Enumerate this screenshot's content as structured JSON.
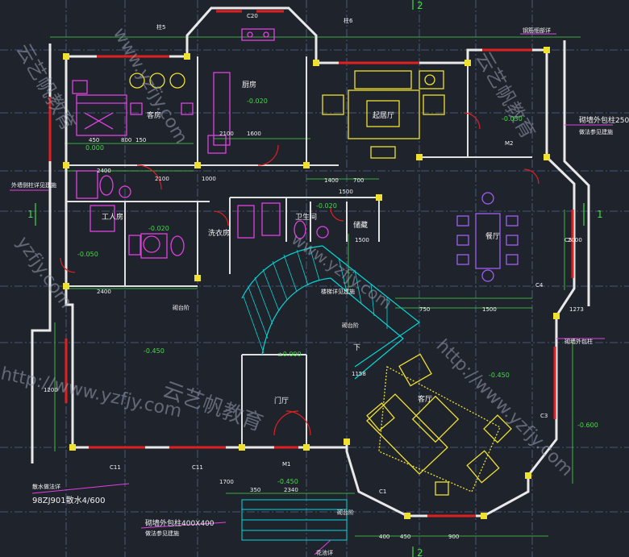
{
  "grid_labels": {
    "top": "2",
    "left": "1",
    "right": "1",
    "bottom": "2"
  },
  "room_labels": {
    "bedroom": "客房",
    "kitchen": "厨房",
    "family_room": "起居厅",
    "dining": "餐厅",
    "living": "客厅",
    "servant": "工人房",
    "laundry": "洗衣房",
    "wc": "卫生间",
    "storage": "储藏",
    "foyer": "门厅",
    "corridor": "下"
  },
  "elevations": {
    "kitchen": "-0.020",
    "bedroom": "0.000",
    "family": "-0.030",
    "servant": "-0.020",
    "wc": "-0.020",
    "bath": "-0.050",
    "garage": "-0.450",
    "foyer": "±0.000",
    "living": "-0.450",
    "porch": "-0.450",
    "outside": "-0.600"
  },
  "annotations": {
    "a1": "外墙侧柱详见建施",
    "a2": "砌台阶",
    "a3": "楼梯详见建施",
    "a4": "砌台阶",
    "a5": "散水做法详",
    "a6": "98ZJ901散水4/600",
    "a7": "砌墙外包柱400X400",
    "a8": "做法参见建施",
    "a9": "砌墙外包柱250X",
    "a10": "做法参见建施",
    "a11": "砌墙外包柱",
    "a12": "钢筋细部详",
    "a13": "砌台阶",
    "a14": "花池详",
    "a15": "柱5",
    "a16": "柱6"
  },
  "dimensions": {
    "d1": "2100",
    "d2": "1600",
    "d3": "2100",
    "d4": "1500",
    "d5": "2400",
    "d6": "2400",
    "d7": "800",
    "d8": "150",
    "d9": "450",
    "d10": "1200",
    "d11": "2340",
    "d12": "350",
    "d13": "1700",
    "d14": "1500",
    "d15": "1273",
    "d16": "2000",
    "d17": "400",
    "d18": "450",
    "d19": "900",
    "d20": "1158",
    "d21": "1500",
    "d22": "750",
    "d23": "1000",
    "d24": "1400",
    "d25": "700"
  },
  "window_tags": {
    "c20": "C20",
    "c11a": "C11",
    "c11b": "C11",
    "c3": "C3",
    "m2": "M2",
    "c5": "C5",
    "c4": "C4",
    "m1": "M1",
    "c1": "C1"
  },
  "watermarks": {
    "w1": "www.yzfjy.com",
    "w2": "云艺帆教育",
    "w3": "http://www.yzfjy.com",
    "w4": "yzfjy.com"
  },
  "colors": {
    "background": "#1f232c",
    "wall": "#e9e9e9",
    "grid": "#5a6a8a",
    "furniture_yellow": "#f0e030",
    "fixture_magenta": "#e040e0",
    "dimension_green": "#44dd44",
    "stair_cyan": "#00d8d8",
    "door_red": "#e02020",
    "text_white": "#f2f2f2"
  }
}
